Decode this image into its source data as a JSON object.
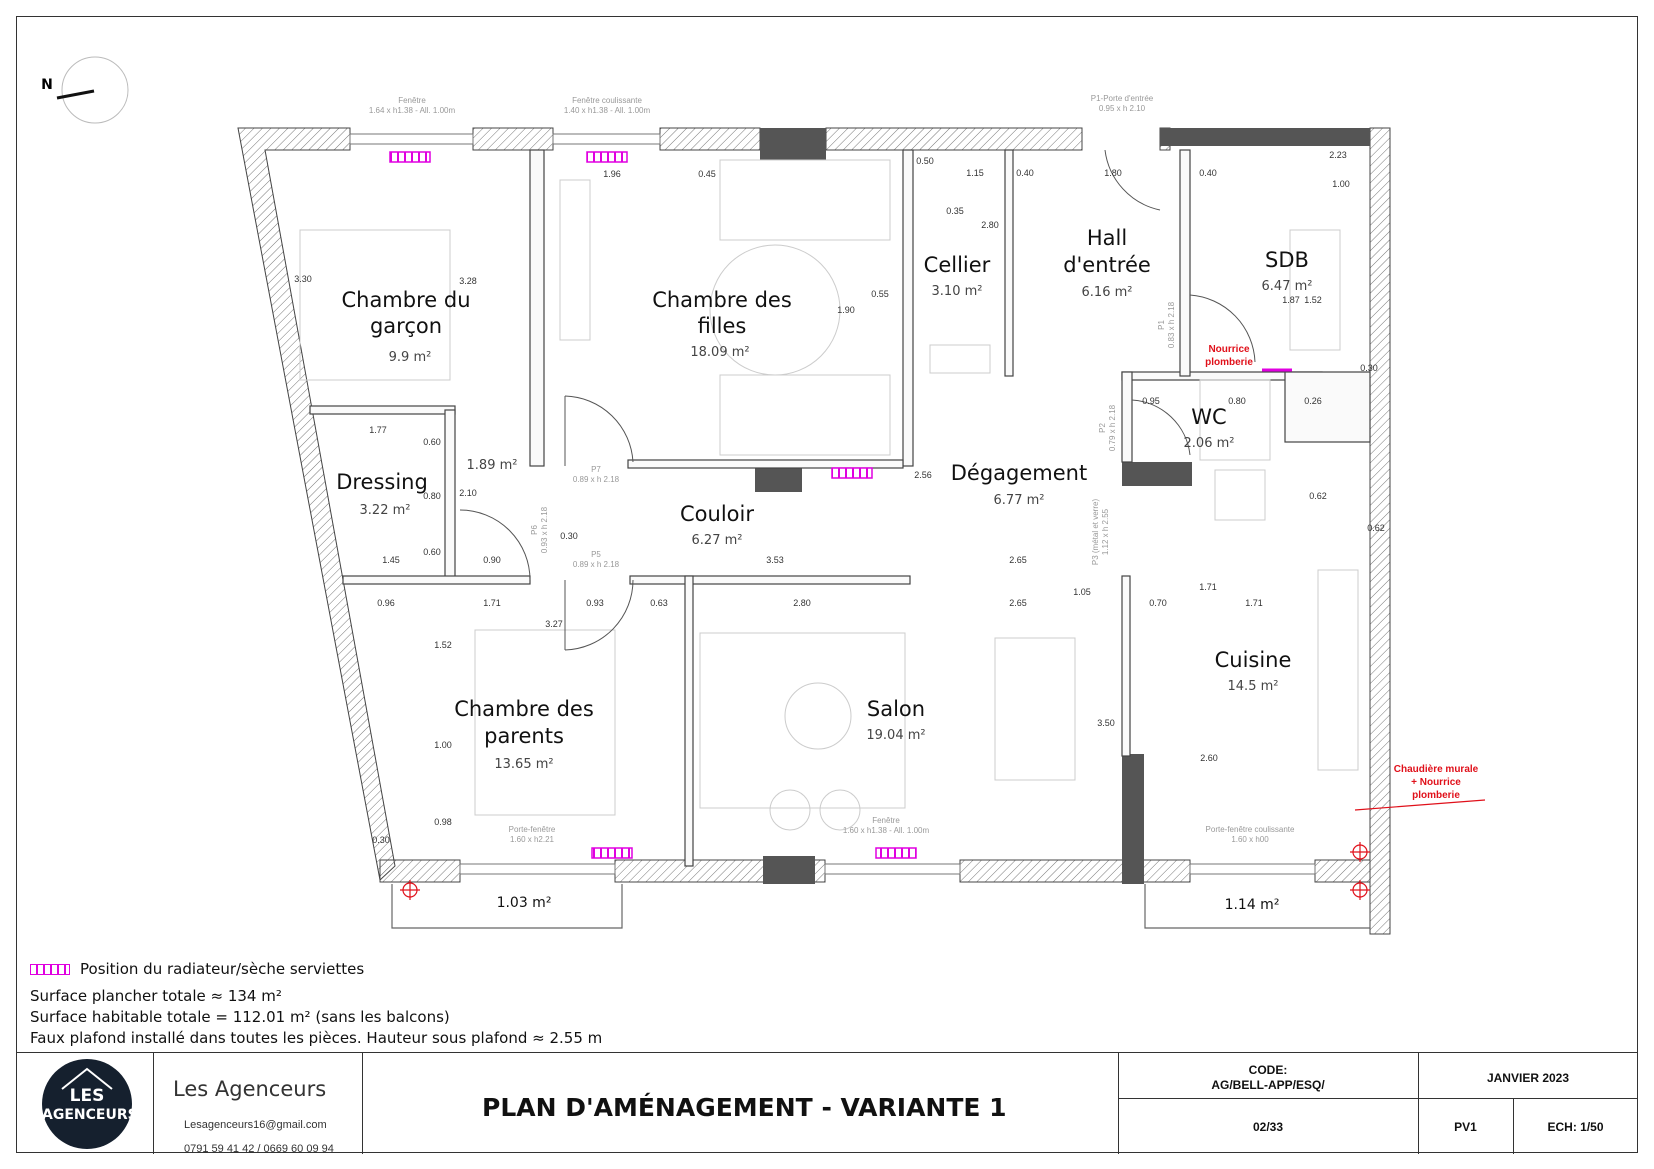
{
  "compass": {
    "label": "N"
  },
  "rooms": [
    {
      "name_lines": [
        "Chambre du",
        "garçon"
      ],
      "area": "9.9 m²"
    },
    {
      "name_lines": [
        "Chambre des",
        "filles"
      ],
      "area": "18.09 m²"
    },
    {
      "name_lines": [
        "Cellier"
      ],
      "area": "3.10 m²"
    },
    {
      "name_lines": [
        "Hall",
        "d'entrée"
      ],
      "area": "6.16 m²"
    },
    {
      "name_lines": [
        "SDB"
      ],
      "area": "6.47 m²"
    },
    {
      "name_lines": [
        "WC"
      ],
      "area": "2.06 m²"
    },
    {
      "name_lines": [
        "Dressing"
      ],
      "area": "3.22 m²"
    },
    {
      "name_lines": [
        ""
      ],
      "area": "1.89 m²"
    },
    {
      "name_lines": [
        "Couloir"
      ],
      "area": "6.27 m²"
    },
    {
      "name_lines": [
        "Dégagement"
      ],
      "area": "6.77 m²"
    },
    {
      "name_lines": [
        "Chambre des",
        "parents"
      ],
      "area": "13.65 m²"
    },
    {
      "name_lines": [
        "Salon"
      ],
      "area": "19.04 m²"
    },
    {
      "name_lines": [
        "Cuisine"
      ],
      "area": "14.5 m²"
    },
    {
      "name_lines": [
        ""
      ],
      "area": "1.03 m²"
    },
    {
      "name_lines": [
        ""
      ],
      "area": "1.14 m²"
    }
  ],
  "dimensions": [
    "3.30",
    "3.28",
    "1.96",
    "0.45",
    "0.50",
    "1.15",
    "0.40",
    "1.80",
    "0.40",
    "2.23",
    "1.00",
    "0.35",
    "2.80",
    "1.90",
    "0.55",
    "1.87",
    "1.52",
    "0.30",
    "0.95",
    "0.80",
    "0.26",
    "1.77",
    "0.60",
    "0.80",
    "2.10",
    "0.60",
    "1.45",
    "0.90",
    "0.30",
    "3.53",
    "2.65",
    "2.56",
    "0.62",
    "0.62",
    "1.71",
    "0.96",
    "1.71",
    "0.93",
    "0.63",
    "2.80",
    "2.65",
    "1.05",
    "0.70",
    "1.71",
    "3.27",
    "1.52",
    "1.00",
    "0.98",
    "0.30",
    "3.50",
    "2.60"
  ],
  "openings": [
    {
      "name": "Fenêtre",
      "size": "1.64 x h1.38 - All. 1.00m"
    },
    {
      "name": "Fenêtre coulissante",
      "size": "1.40 x h1.38 - All. 1.00m"
    },
    {
      "name": "P1-Porte d'entrée",
      "size": "0.95 x h 2.10"
    },
    {
      "name": "P7",
      "size": "0.89 x h 2.18"
    },
    {
      "name": "P5",
      "size": "0.89 x h 2.18"
    },
    {
      "name": "P6",
      "size": "0.93 x h 2.18"
    },
    {
      "name": "P1",
      "size": "0.83 x h 2.18"
    },
    {
      "name": "P2",
      "size": "0.79 x h 2.18"
    },
    {
      "name": "P3 (métal et verre)",
      "size": "1.12 x h 2.55"
    },
    {
      "name": "Porte-fenêtre",
      "size": "1.60 x h2.21"
    },
    {
      "name": "Fenêtre",
      "size": "1.60 x h1.38 - All. 1.00m"
    },
    {
      "name": "Porte-fenêtre coulissante",
      "size": "1.60 x h00"
    }
  ],
  "annotations": {
    "nourrice": [
      "Nourrice",
      "plomberie"
    ],
    "chaudiere": [
      "Chaudière murale",
      "+ Nourrice",
      "plomberie"
    ]
  },
  "colors": {
    "radiator": "#e000e0",
    "annotation": "#e0101a",
    "wall": "#555555",
    "logo_bg": "#15202e"
  },
  "legend": {
    "radiator": "Position du radiateur/sèche serviettes"
  },
  "notes": {
    "surface_totale": "Surface plancher totale ≈ 134 m²",
    "surface_habitable": "Surface habitable totale = 112.01 m² (sans les balcons)",
    "plafond": "Faux plafond installé dans toutes les pièces. Hauteur sous plafond ≈ 2.55 m"
  },
  "title_block": {
    "logo_line1": "LES",
    "logo_line2": "AGENCEURS",
    "company": "Les Agenceurs",
    "email": "Lesagenceurs16@gmail.com",
    "phone": "0791 59 41 42 / 0669 60 09 94",
    "title": "PLAN D'AMÉNAGEMENT - VARIANTE 1",
    "code_label": "CODE:",
    "code_value": "AG/BELL-APP/ESQ/",
    "date": "JANVIER 2023",
    "page": "02/33",
    "version": "PV1",
    "scale": "ECH: 1/50"
  }
}
